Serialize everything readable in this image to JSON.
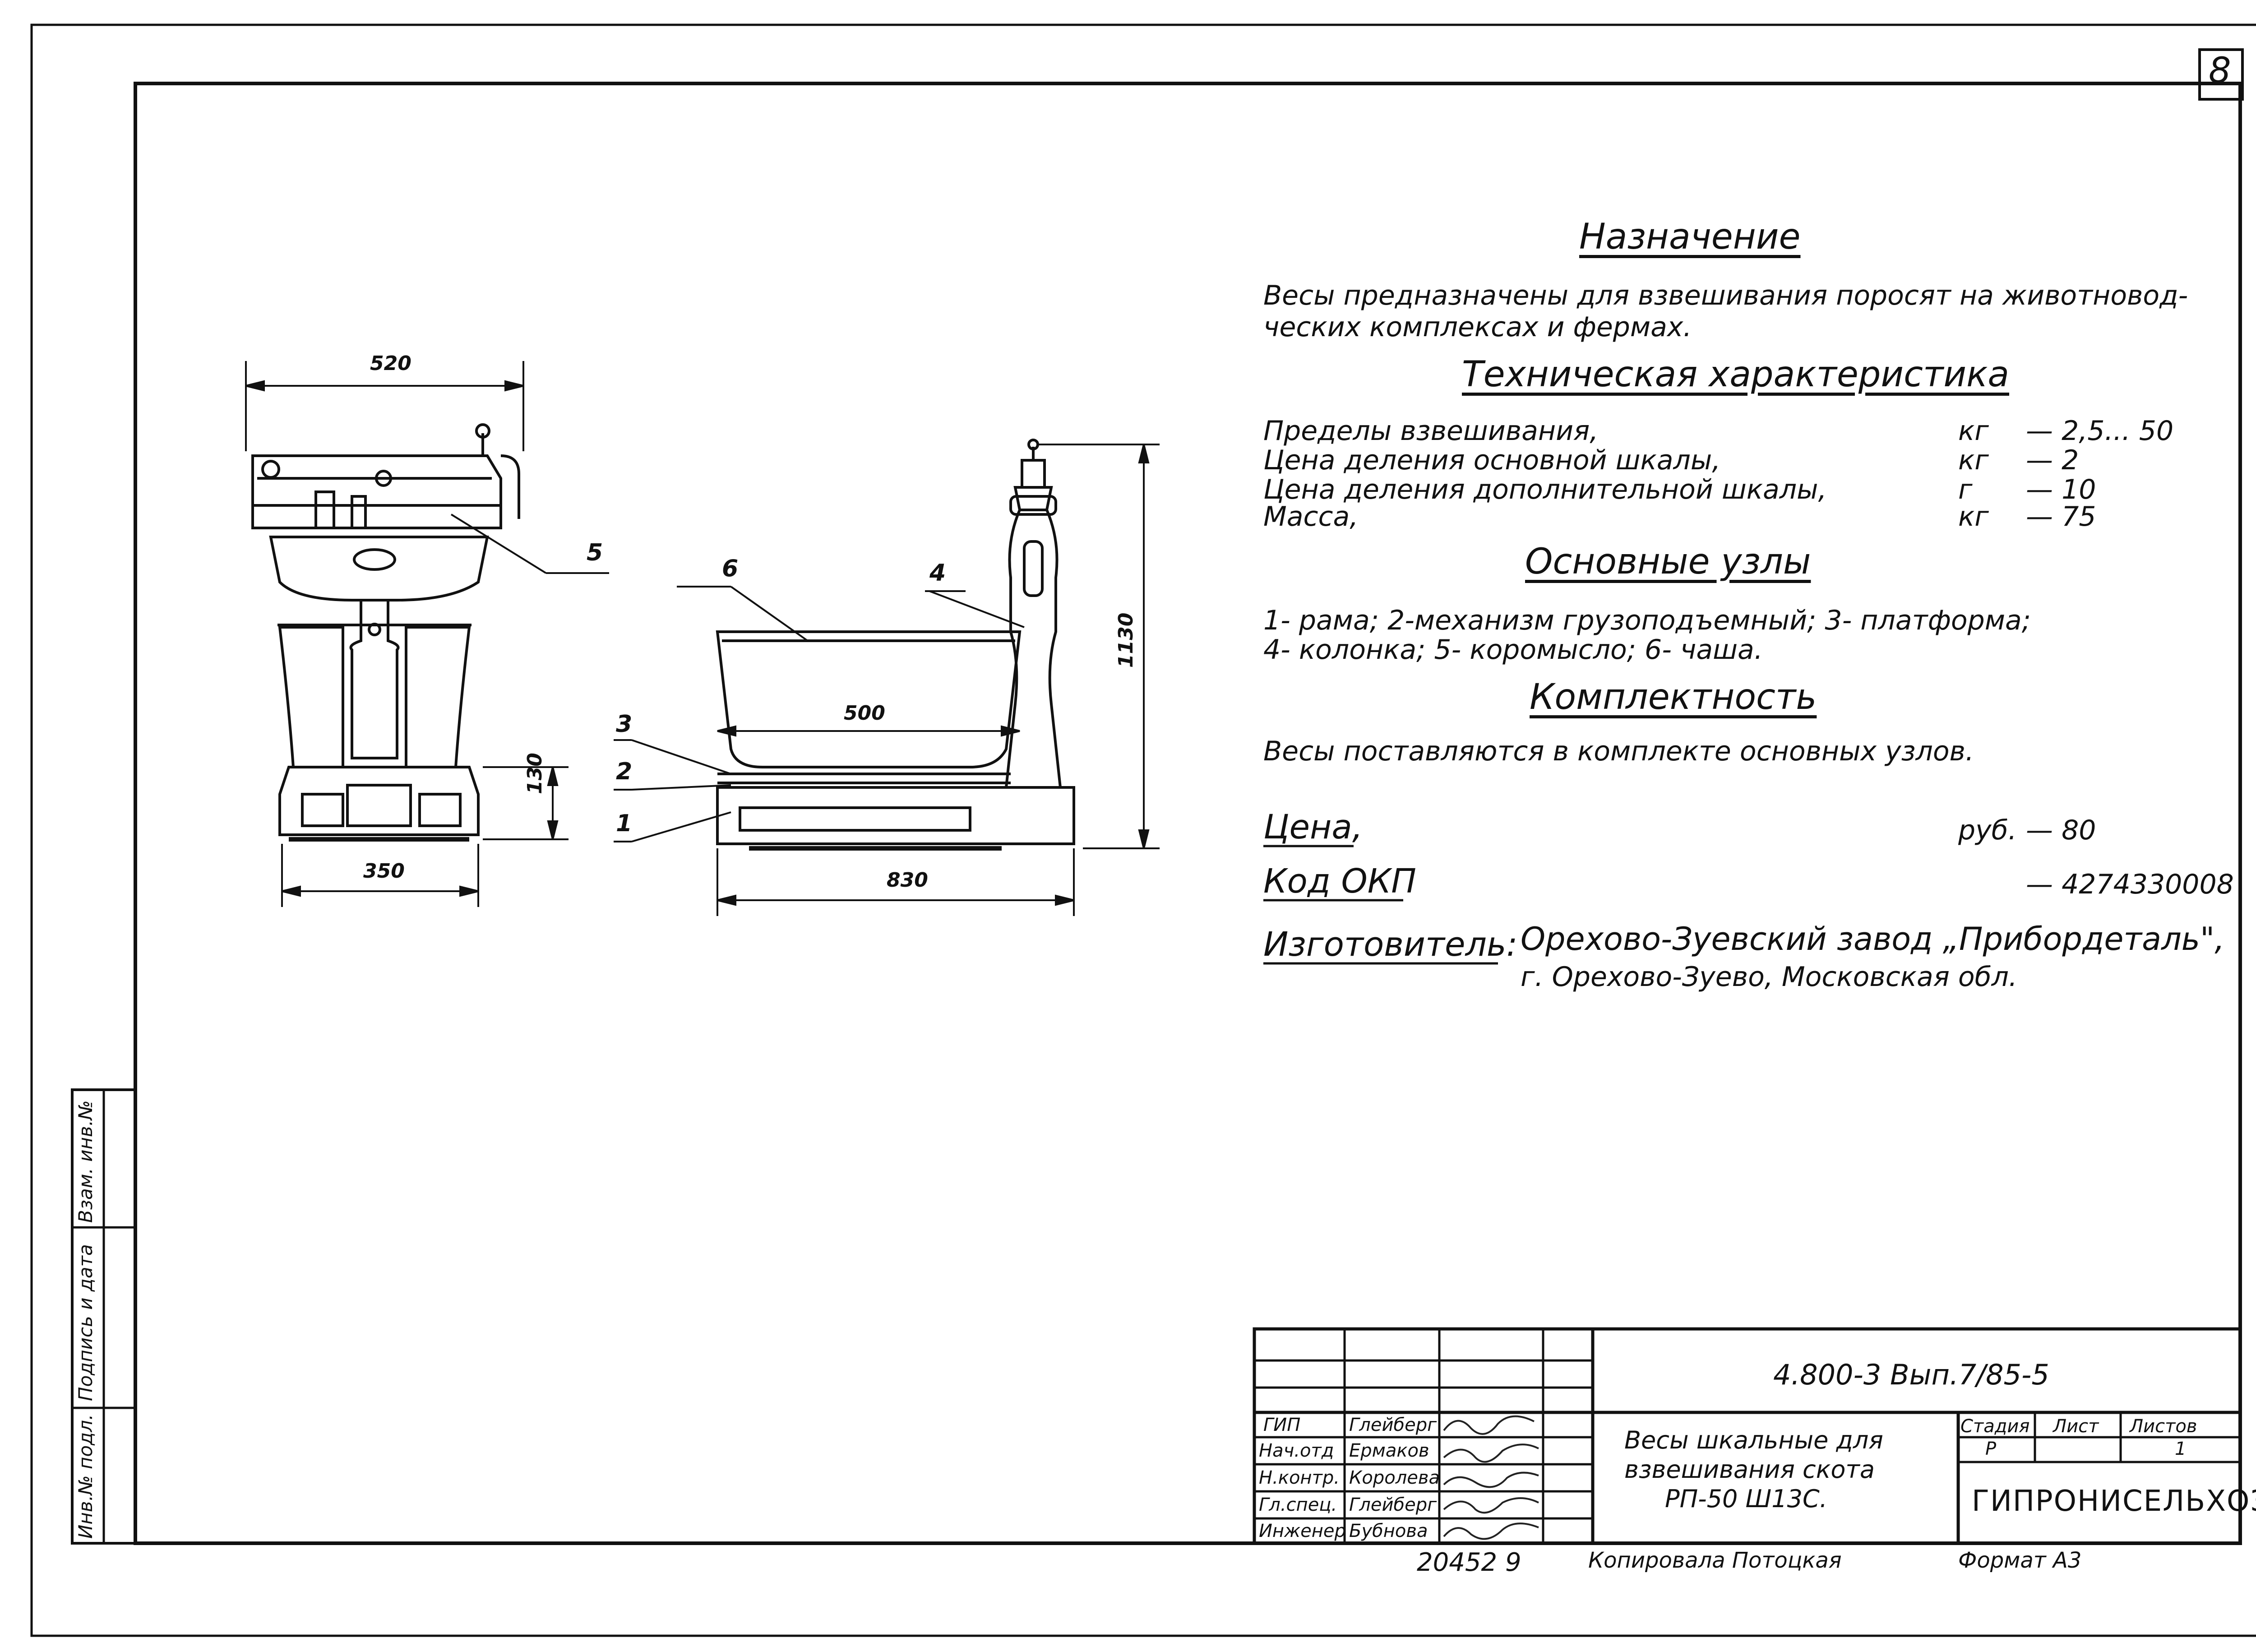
{
  "sheet": {
    "number": "8"
  },
  "purpose": {
    "heading": "Назначение",
    "line1": "Весы предназначены для взвешивания поросят на животновод-",
    "line2": "ческих комплексах и фермах."
  },
  "specs": {
    "heading": "Техническая характеристика",
    "rows": [
      {
        "label": "Пределы взвешивания,",
        "unit": "кг",
        "value": "— 2,5... 50"
      },
      {
        "label": "Цена деления основной шкалы,",
        "unit": "кг",
        "value": "— 2"
      },
      {
        "label": "Цена деления дополнительной шкалы,",
        "unit": "г",
        "value": "— 10"
      },
      {
        "label": "Масса,",
        "unit": "кг",
        "value": "— 75"
      }
    ]
  },
  "units": {
    "heading": "Основные узлы",
    "line1": "1- рама; 2-механизм грузоподъемный; 3- платформа;",
    "line2": "4- колонка; 5- коромысло; 6- чаша."
  },
  "completeness": {
    "heading": "Комплектность",
    "text": "Весы поставляются в комплекте основных узлов."
  },
  "price": {
    "label": "Цена,",
    "unit": "руб.",
    "value": "— 80"
  },
  "okp": {
    "label": "Код ОКП",
    "value": "— 4274330008"
  },
  "maker": {
    "label": "Изготовитель:",
    "line1": "Орехово-Зуевский завод „Прибордеталь\",",
    "line2": "г. Орехово-Зуево, Московская обл."
  },
  "drawing": {
    "dims": {
      "top_width": "520",
      "base_width": "350",
      "base_height": "130",
      "bowl_width": "500",
      "total_length": "830",
      "total_height": "1130"
    },
    "callouts": [
      "1",
      "2",
      "3",
      "4",
      "5",
      "6"
    ]
  },
  "titleblock": {
    "code": "4.800-3 Вып.7/85-5",
    "title_line1": "Весы шкальные для",
    "title_line2": "взвешивания скота",
    "title_line3": "РП-50 Ш13С.",
    "stage_label": "Стадия",
    "sheet_label": "Лист",
    "sheets_label": "Листов",
    "stage": "Р",
    "sheets": "1",
    "org": "ГИПРОНИСЕЛЬХОЗ",
    "signers": [
      {
        "role": "ГИП",
        "name": "Глейберг"
      },
      {
        "role": "Нач.отд",
        "name": "Ермаков"
      },
      {
        "role": "Н.контр.",
        "name": "Королева"
      },
      {
        "role": "Гл.спец.",
        "name": "Глейберг"
      },
      {
        "role": "Инженер",
        "name": "Бубнова"
      }
    ]
  },
  "footer": {
    "inv": "20452 9",
    "copied": "Копировала Потоцкая",
    "format": "Формат А3"
  },
  "side_stamp": {
    "inv_no": "Инв.№ подл.",
    "sign_date": "Подпись и дата",
    "swap_inv": "Взам. инв.№"
  }
}
